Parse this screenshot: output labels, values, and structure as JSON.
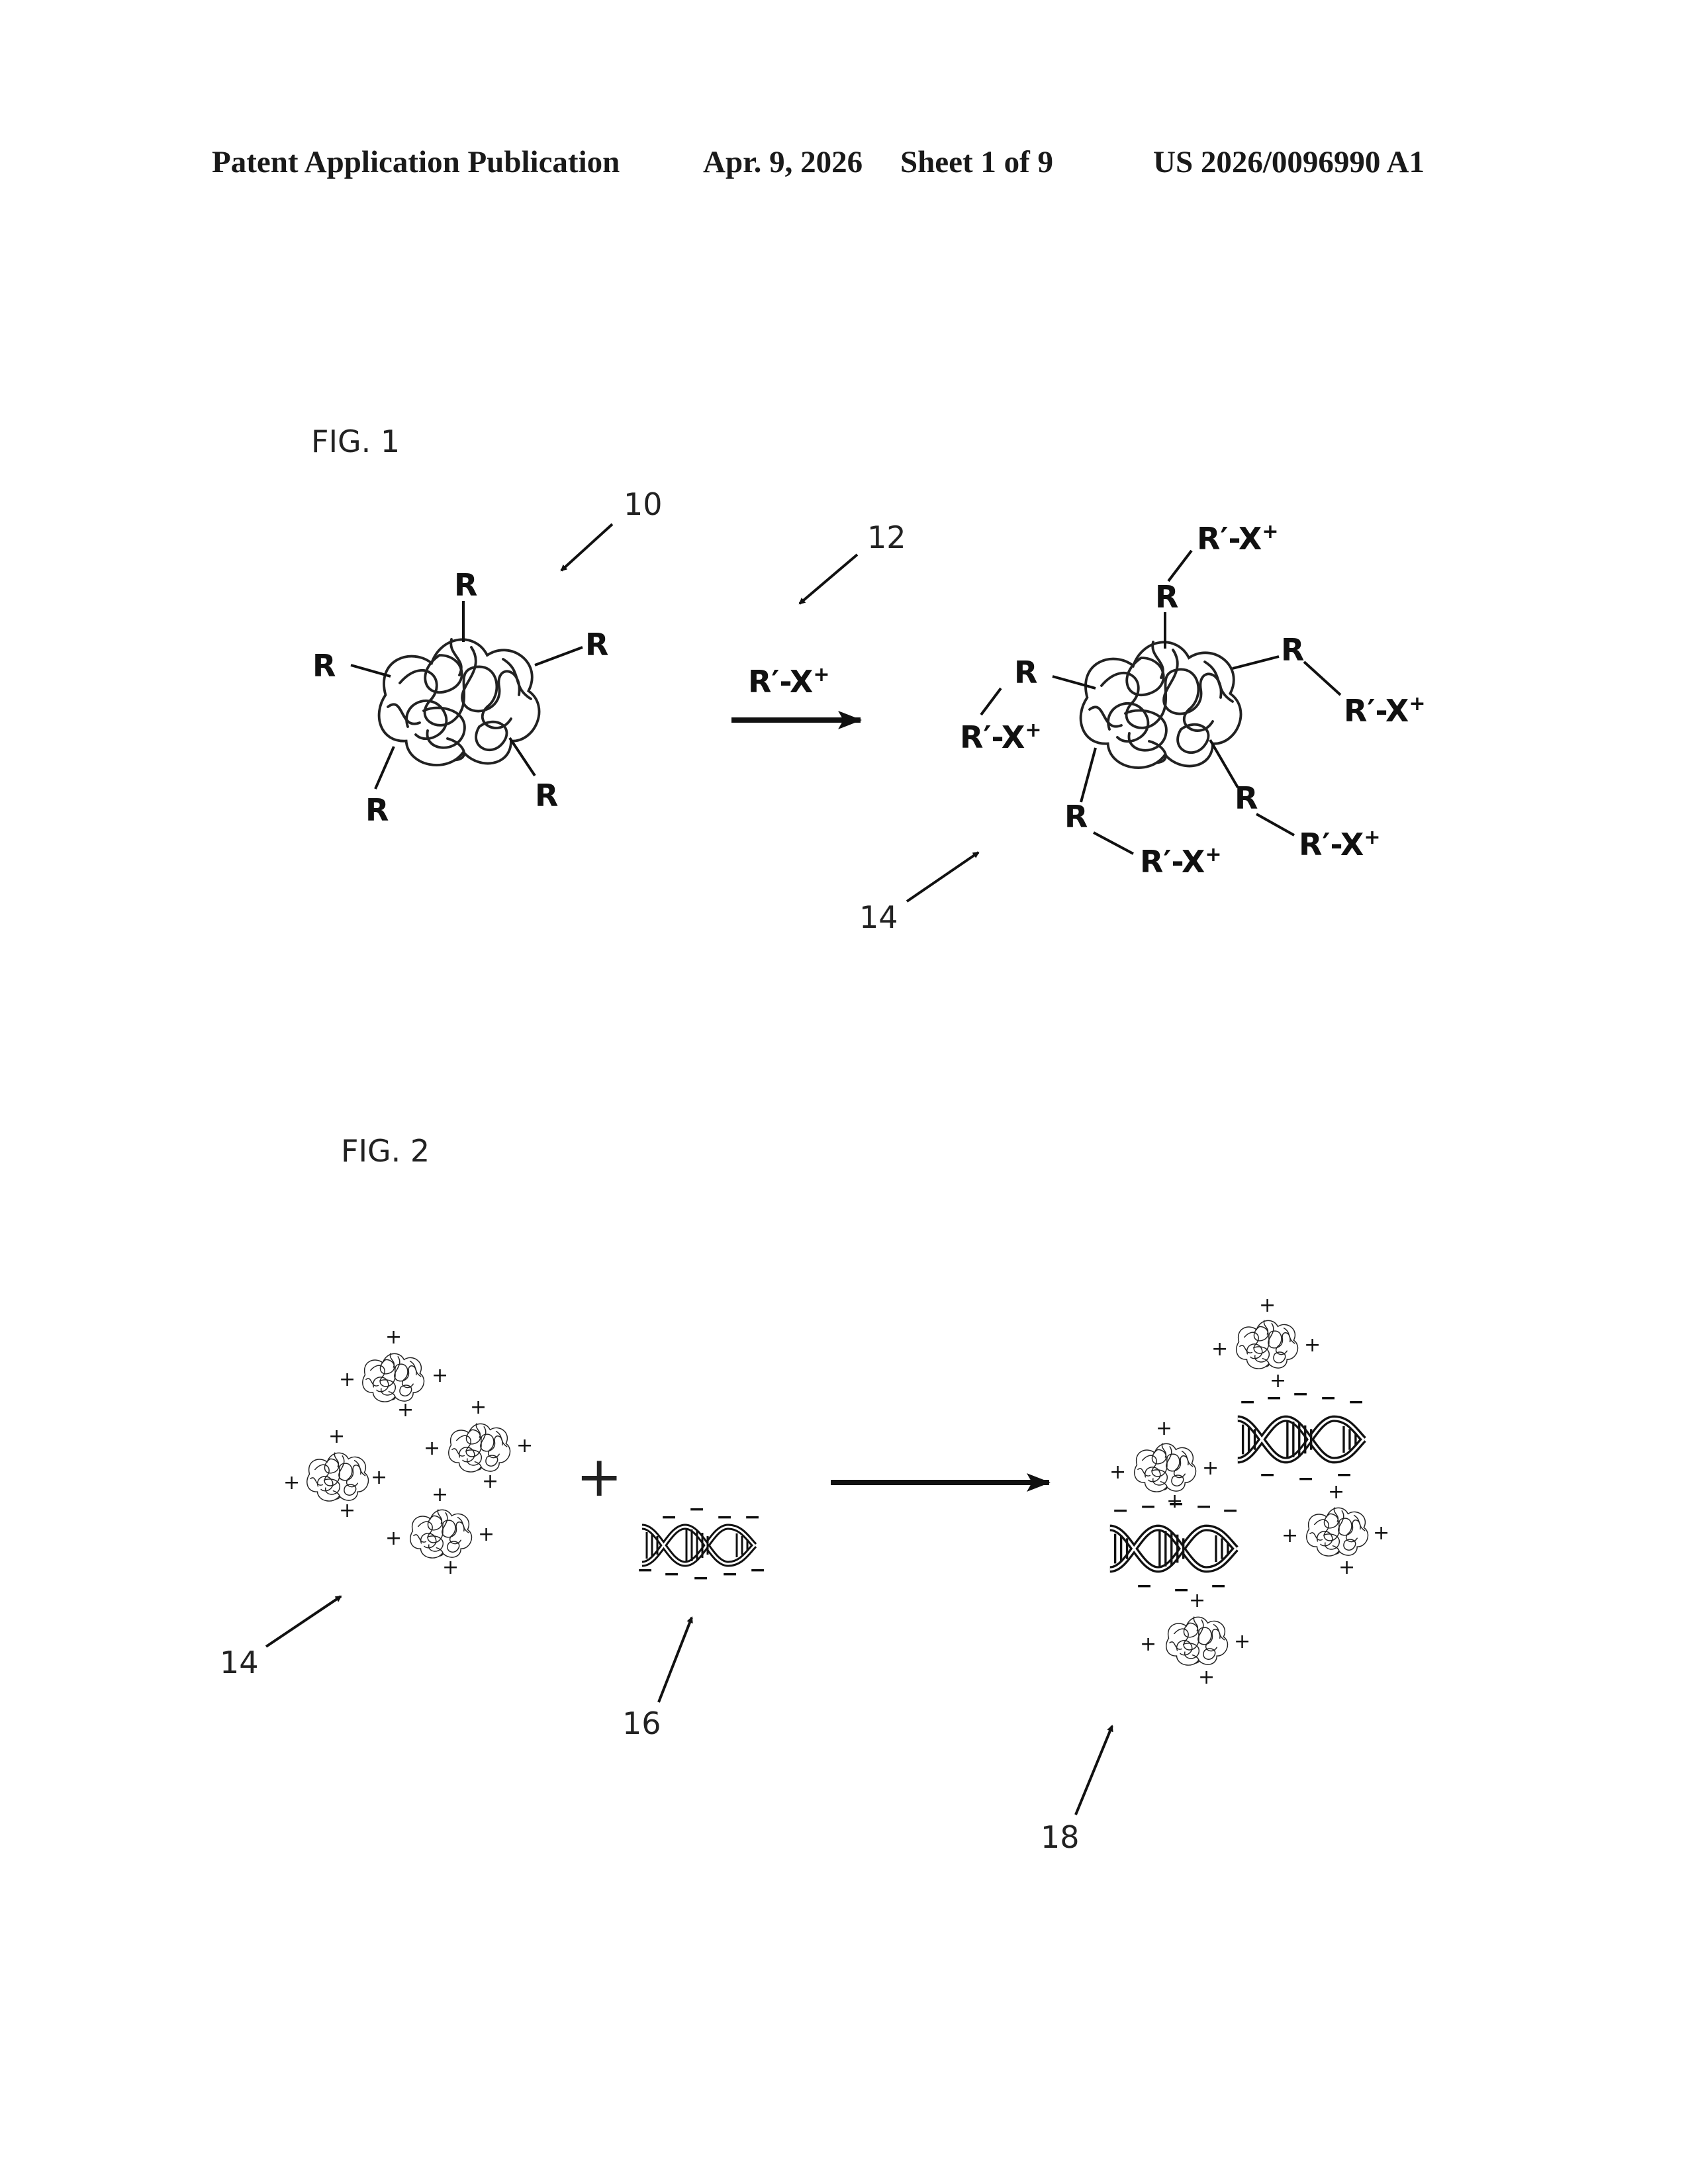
{
  "header": {
    "left": "Patent Application Publication",
    "date": "Apr. 9, 2026",
    "sheet": "Sheet 1 of 9",
    "number": "US 2026/0096990 A1"
  },
  "fig1": {
    "label": "FIG. 1",
    "ref_protein": "10",
    "ref_reagent": "12",
    "ref_product": "14",
    "group": "R",
    "reagent": "R′-X",
    "reagent_charge": "+"
  },
  "fig2": {
    "label": "FIG. 2",
    "plus": "+",
    "positive_charge": "+",
    "negative_charge": "−",
    "ref_cationic_protein": "14",
    "ref_nucleic_acid": "16",
    "ref_complex": "18"
  },
  "colors": {
    "ink": "#111111",
    "paper": "#ffffff"
  }
}
